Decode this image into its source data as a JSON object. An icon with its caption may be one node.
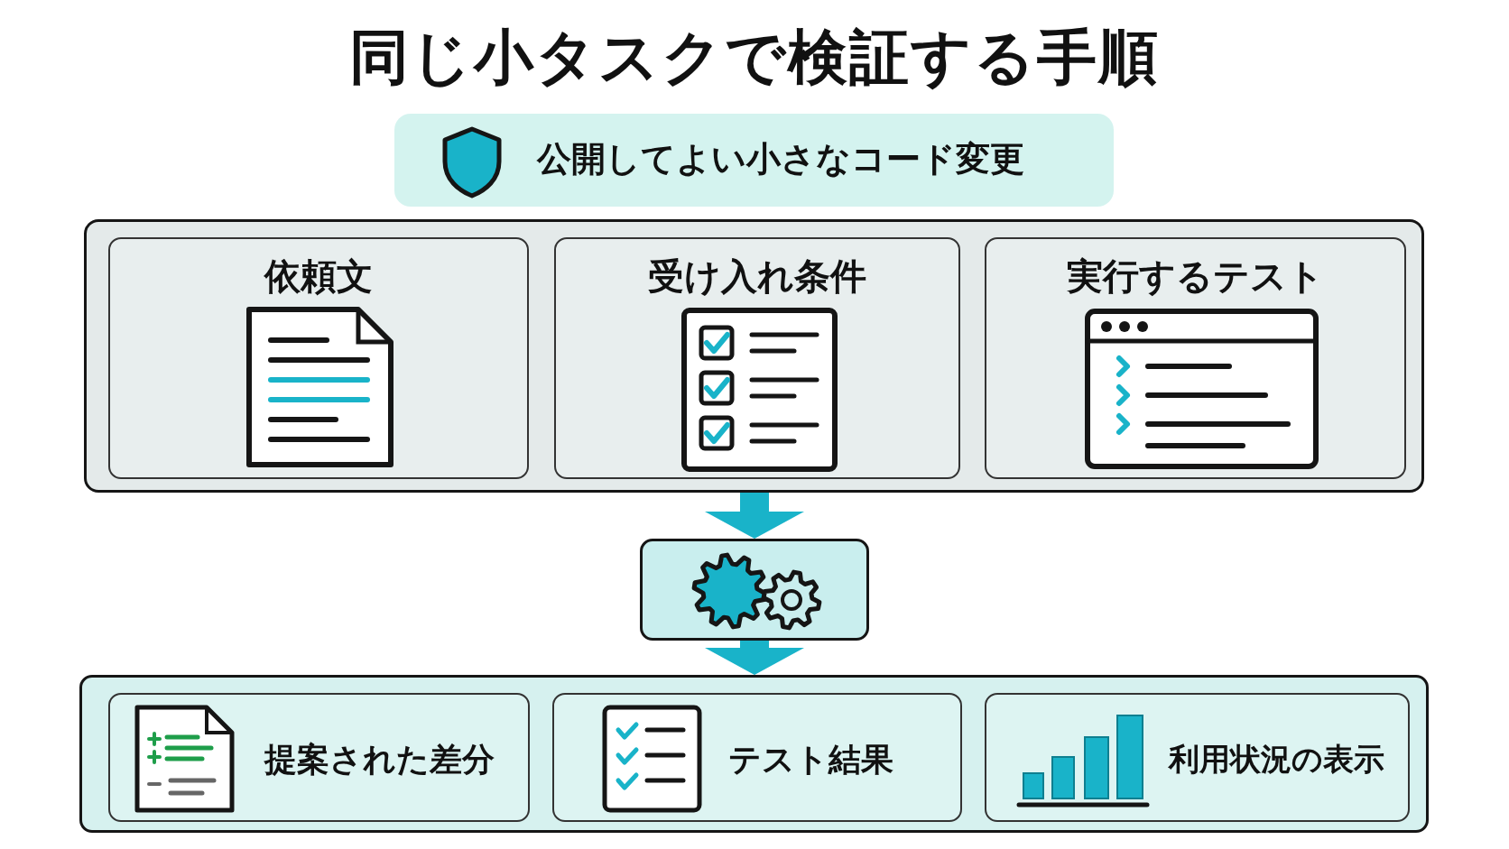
{
  "diagram": {
    "title": "同じ小タスクで検証する手順",
    "nodes": [
      {
        "text": [
          "公開してよい小さなコード変更"
        ]
      },
      {
        "text": [],
        "shape": "box"
      },
      {
        "text": [
          "依頼文"
        ],
        "in": 1
      },
      {
        "text": [
          "受け入れ条件"
        ],
        "in": 1
      },
      {
        "text": [
          "実行するテスト"
        ],
        "in": 1
      },
      {
        "text": [],
        "shape": "box"
      },
      {
        "text": [],
        "shape": "box"
      },
      {
        "text": [
          "提案された差分"
        ],
        "in": 6
      },
      {
        "text": [
          "テスト結果"
        ],
        "in": 6
      },
      {
        "text": [
          "利用状況の表示"
        ],
        "in": 6
      }
    ],
    "edges": [
      {
        "from": 1,
        "to": 5,
        "arrow": "to"
      },
      {
        "from": 5,
        "to": 6,
        "arrow": "to"
      }
    ]
  }
}
